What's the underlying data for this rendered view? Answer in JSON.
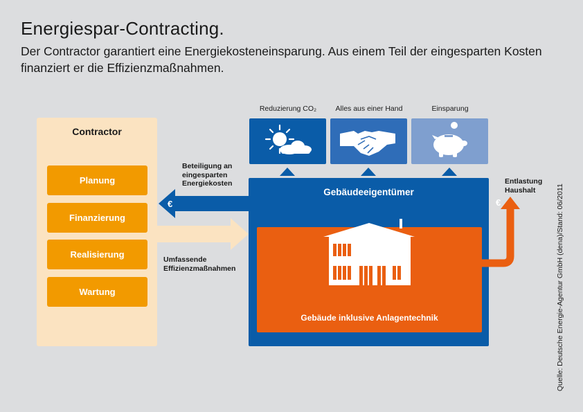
{
  "header": {
    "title": "Energiespar-Contracting.",
    "subtitle": "Der Contractor garantiert eine Energiekosteneinsparung. Aus einem Teil der eingesparten Kosten finanziert er die Effizienzmaßnahmen."
  },
  "contractor": {
    "title": "Contractor",
    "tasks": [
      "Planung",
      "Finanzierung",
      "Realisierung",
      "Wartung"
    ]
  },
  "benefits": [
    {
      "label": "Reduzierung CO₂",
      "icon": "sun-cloud-icon",
      "color": "#0a5ca8"
    },
    {
      "label": "Alles aus einer Hand",
      "icon": "handshake-icon",
      "color": "#2f6db8"
    },
    {
      "label": "Einsparung",
      "icon": "piggy-bank-icon",
      "color": "#7f9fcf"
    }
  ],
  "owner": {
    "label": "Gebäudeeigentümer",
    "building_label": "Gebäude inklusive Anlagentechnik"
  },
  "flows": {
    "share_note": "Beteiligung an eingesparten Energiekosten",
    "measures_note": "Umfassende Effizienzmaßnahmen",
    "relief_note": "Entlastung Haushalt",
    "currency_symbol": "€"
  },
  "source": "Quelle: Deutsche Energie-Agentur GmbH (dena)/Stand: 06/2011",
  "colors": {
    "background": "#dcdddf",
    "contractor_panel": "#fbe3c1",
    "task_orange": "#f29a00",
    "owner_blue": "#0a5ca8",
    "building_orange": "#ea5f11",
    "arrow_light": "#fbe3c1"
  }
}
